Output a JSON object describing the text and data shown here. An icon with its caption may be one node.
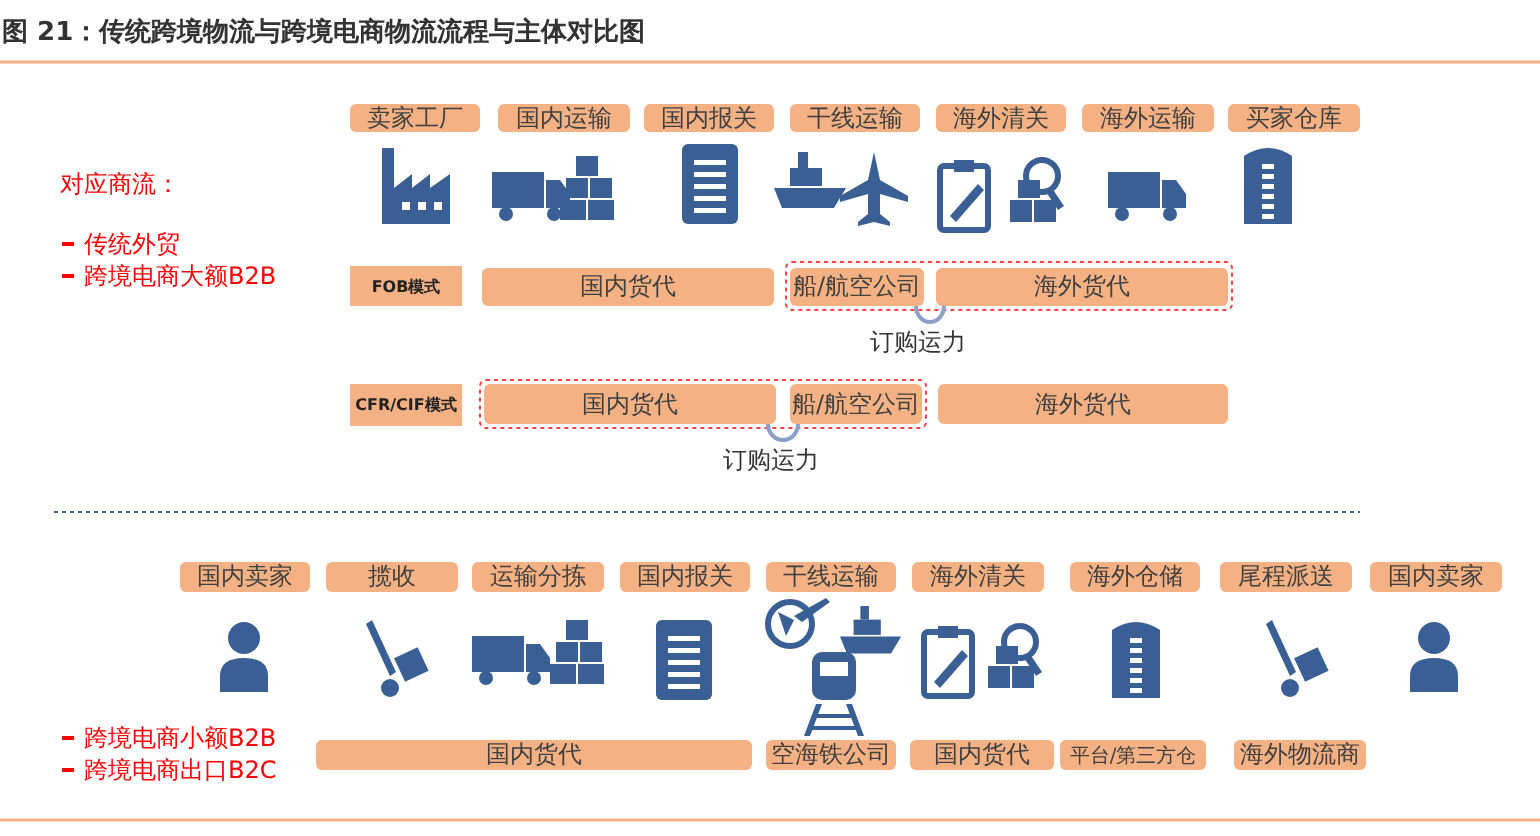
{
  "diagram": {
    "title": "图 21：传统跨境物流与跨境电商物流流程与主体对比图",
    "nodes": [
      {
        "text": [
          "卖家工厂"
        ]
      },
      {
        "text": [
          "国内运输"
        ]
      },
      {
        "text": [
          "国内报关"
        ]
      },
      {
        "text": [
          "干线运输"
        ]
      },
      {
        "text": [
          "海外清关"
        ]
      },
      {
        "text": [
          "海外运输"
        ]
      },
      {
        "text": [
          "买家仓库"
        ]
      },
      {
        "text": [
          "FOB模式"
        ]
      },
      {
        "text": [
          "国内货代"
        ]
      },
      {
        "text": [
          "船/航空公司"
        ]
      },
      {
        "text": [
          "海外货代"
        ]
      },
      {
        "text": [
          "CFR/CIF模式"
        ]
      },
      {
        "text": [
          "国内货代"
        ]
      },
      {
        "text": [
          "船/航空公司"
        ]
      },
      {
        "text": [
          "海外货代"
        ]
      },
      {
        "text": [
          "国内卖家"
        ]
      },
      {
        "text": [
          "揽收"
        ]
      },
      {
        "text": [
          "运输分拣"
        ]
      },
      {
        "text": [
          "国内报关"
        ]
      },
      {
        "text": [
          "干线运输"
        ]
      },
      {
        "text": [
          "海外清关"
        ]
      },
      {
        "text": [
          "海外仓储"
        ]
      },
      {
        "text": [
          "尾程派送"
        ]
      },
      {
        "text": [
          "国内卖家"
        ]
      },
      {
        "text": [
          "国内货代"
        ]
      },
      {
        "text": [
          "空海铁公司"
        ]
      },
      {
        "text": [
          "国内货代"
        ]
      },
      {
        "text": [
          "平台/第三方仓"
        ]
      },
      {
        "text": [
          "海外物流商"
        ]
      }
    ],
    "edges": [
      {
        "from": 10,
        "to": 9,
        "arrow": "none",
        "label": "订购运力"
      },
      {
        "from": 12,
        "to": 13,
        "arrow": "none",
        "label": "订购运力"
      }
    ],
    "labels": [
      "对应商流：",
      "传统外贸",
      "跨境电商大额B2B",
      "跨境电商小额B2B",
      "跨境电商出口B2C"
    ]
  }
}
